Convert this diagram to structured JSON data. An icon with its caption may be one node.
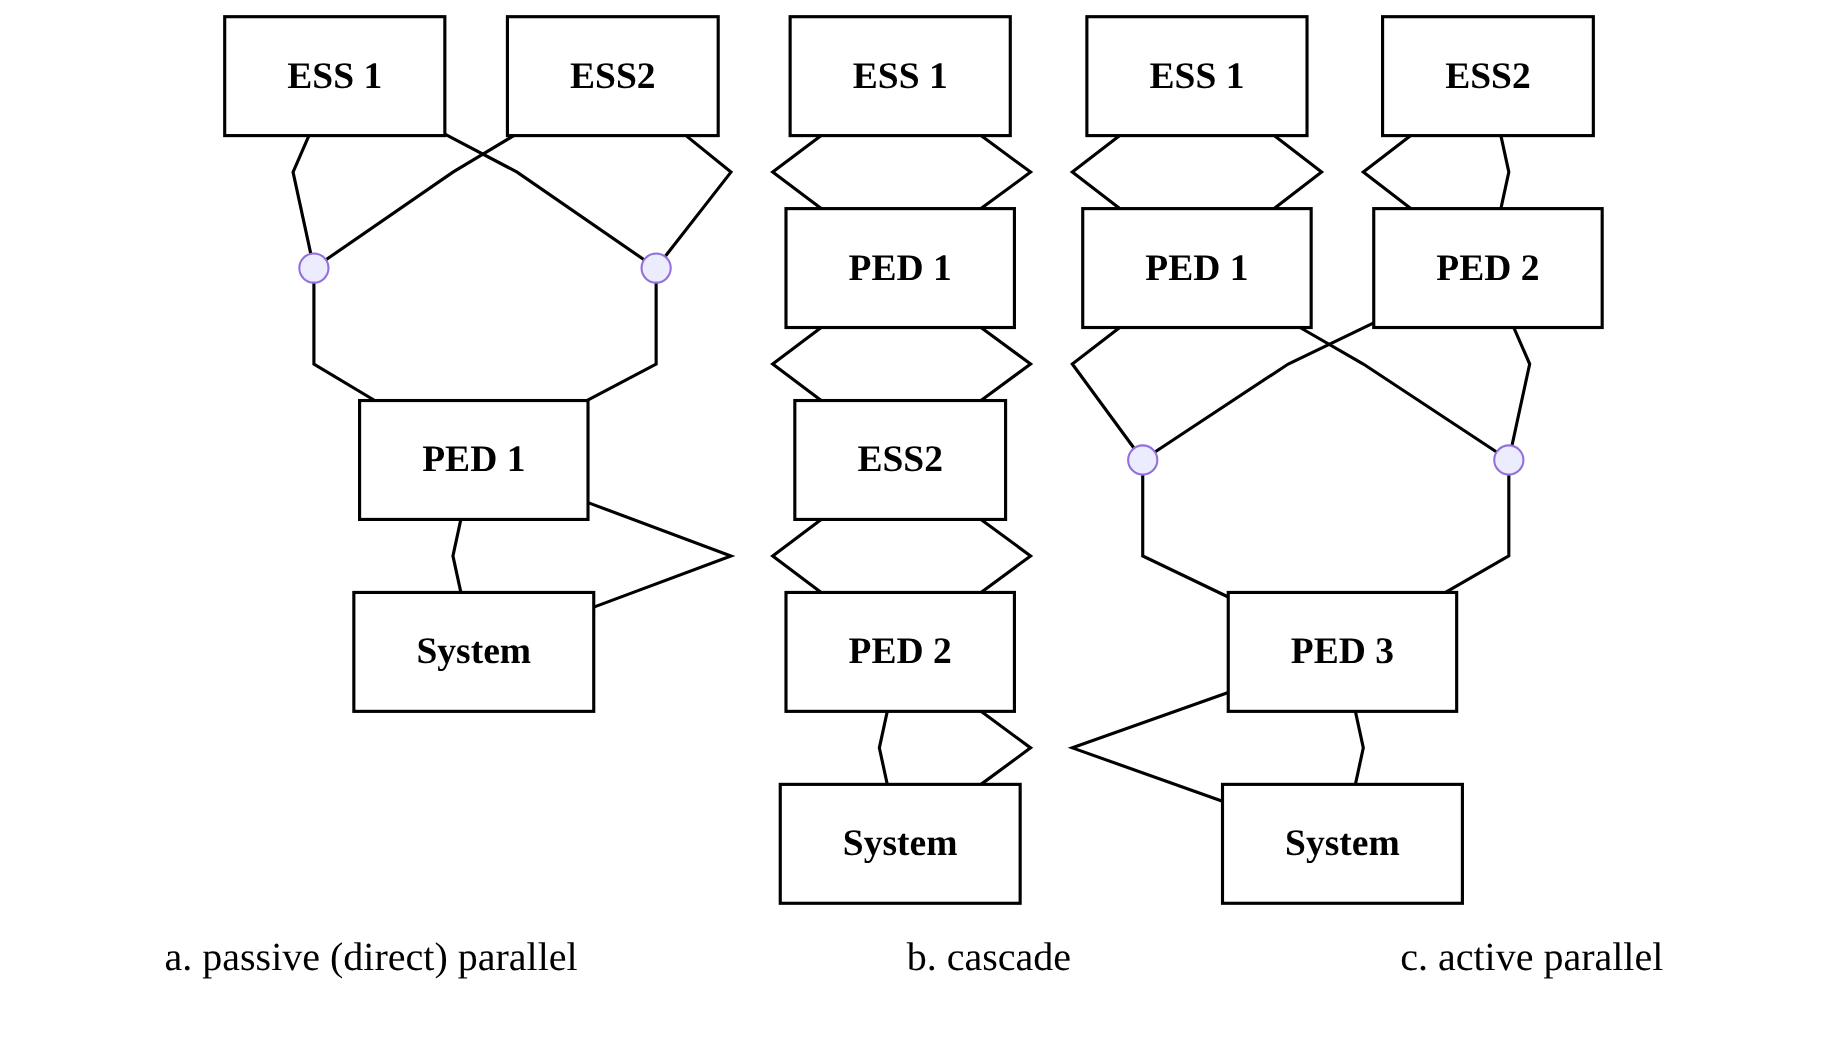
{
  "diagram": {
    "nodes": [
      {
        "text": [
          "ESS 1"
        ]
      },
      {
        "text": [
          "ESS2"
        ]
      },
      {
        "text": [],
        "shape": "circle"
      },
      {
        "text": [],
        "shape": "circle"
      },
      {
        "text": [
          "PED 1"
        ]
      },
      {
        "text": [
          "System"
        ]
      },
      {
        "text": [
          "ESS 1"
        ]
      },
      {
        "text": [
          "PED 1"
        ]
      },
      {
        "text": [
          "ESS2"
        ]
      },
      {
        "text": [
          "PED 2"
        ]
      },
      {
        "text": [
          "System"
        ]
      },
      {
        "text": [
          "ESS 1"
        ]
      },
      {
        "text": [
          "ESS2"
        ]
      },
      {
        "text": [
          "PED 1"
        ]
      },
      {
        "text": [
          "PED 2"
        ]
      },
      {
        "text": [],
        "shape": "circle"
      },
      {
        "text": [],
        "shape": "circle"
      },
      {
        "text": [
          "PED 3"
        ]
      },
      {
        "text": [
          "System"
        ]
      }
    ],
    "edges": [
      {
        "from": 0,
        "to": 2,
        "arrow": "none"
      },
      {
        "from": 0,
        "to": 3,
        "arrow": "none"
      },
      {
        "from": 1,
        "to": 2,
        "arrow": "none"
      },
      {
        "from": 1,
        "to": 3,
        "arrow": "none"
      },
      {
        "from": 2,
        "to": 4,
        "arrow": "none"
      },
      {
        "from": 3,
        "to": 4,
        "arrow": "none"
      },
      {
        "from": 4,
        "to": 5,
        "arrow": "none"
      },
      {
        "from": 4,
        "to": 5,
        "arrow": "none"
      },
      {
        "from": 6,
        "to": 7,
        "arrow": "none"
      },
      {
        "from": 6,
        "to": 7,
        "arrow": "none"
      },
      {
        "from": 7,
        "to": 8,
        "arrow": "none"
      },
      {
        "from": 7,
        "to": 8,
        "arrow": "none"
      },
      {
        "from": 8,
        "to": 9,
        "arrow": "none"
      },
      {
        "from": 8,
        "to": 9,
        "arrow": "none"
      },
      {
        "from": 9,
        "to": 10,
        "arrow": "none"
      },
      {
        "from": 9,
        "to": 10,
        "arrow": "none"
      },
      {
        "from": 11,
        "to": 13,
        "arrow": "none"
      },
      {
        "from": 11,
        "to": 13,
        "arrow": "none"
      },
      {
        "from": 12,
        "to": 14,
        "arrow": "none"
      },
      {
        "from": 12,
        "to": 14,
        "arrow": "none"
      },
      {
        "from": 13,
        "to": 15,
        "arrow": "none"
      },
      {
        "from": 13,
        "to": 16,
        "arrow": "none"
      },
      {
        "from": 14,
        "to": 15,
        "arrow": "none"
      },
      {
        "from": 14,
        "to": 16,
        "arrow": "none"
      },
      {
        "from": 15,
        "to": 17,
        "arrow": "none"
      },
      {
        "from": 16,
        "to": 17,
        "arrow": "none"
      },
      {
        "from": 17,
        "to": 18,
        "arrow": "none"
      },
      {
        "from": 17,
        "to": 18,
        "arrow": "none"
      }
    ],
    "labels": [
      "a. passive (direct) parallel",
      "b. cascade",
      "c. active parallel"
    ]
  }
}
